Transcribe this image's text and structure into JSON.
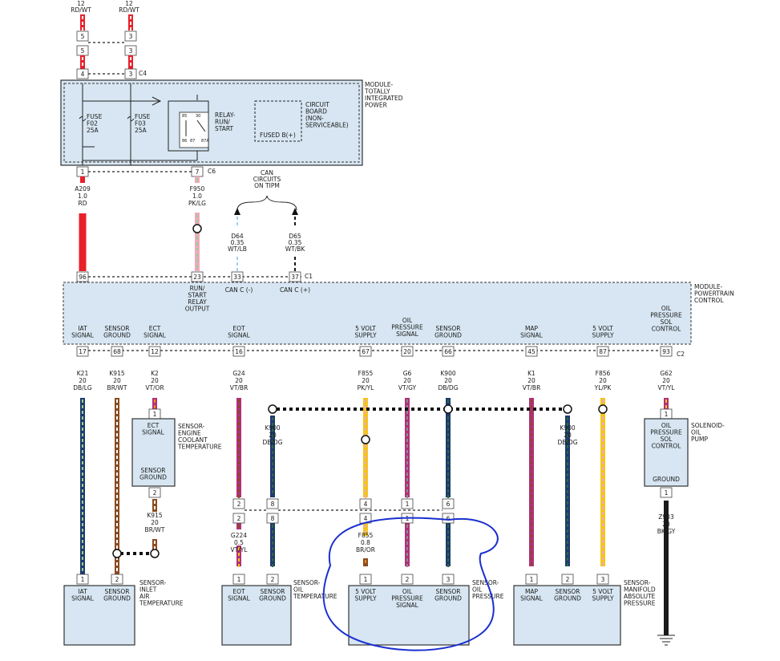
{
  "top": {
    "wire_l": [
      "12",
      "RD/WT"
    ],
    "wire_r": [
      "12",
      "RD/WT"
    ],
    "pin_l1": "5",
    "pin_r1": "3",
    "pin_l2": "5",
    "pin_r2": "3",
    "pin_l3": "4",
    "pin_r3": "3",
    "conn_c4": "C4"
  },
  "tipm": {
    "title": [
      "MODULE-",
      "TOTALLY",
      "INTEGRATED",
      "POWER"
    ],
    "fuse1": [
      "FUSE",
      "F02",
      "25A"
    ],
    "fuse2": [
      "FUSE",
      "F03",
      "25A"
    ],
    "relay": [
      "RELAY-",
      "RUN/",
      "START"
    ],
    "relay_pins": [
      "85",
      "30",
      "86",
      "87",
      "87A"
    ],
    "board": [
      "CIRCUIT",
      "BOARD",
      "(NON-",
      "SERVICEABLE)"
    ],
    "fused_b": "FUSED B(+)",
    "pin1": "1",
    "pin7": "7",
    "conn_c6": "C6"
  },
  "mid": {
    "a209": [
      "A209",
      "1.0",
      "RD"
    ],
    "f950": [
      "F950",
      "1.0",
      "PK/LG"
    ],
    "can_note": [
      "CAN",
      "CIRCUITS",
      "ON TIPM"
    ],
    "d64": [
      "D64",
      "0.35",
      "WT/LB"
    ],
    "d65": [
      "D65",
      "0.35",
      "WT/BK"
    ]
  },
  "pcm": {
    "title": [
      "MODULE-",
      "POWERTRAIN",
      "CONTROL"
    ],
    "top_pins": [
      "96",
      "23",
      "33",
      "37"
    ],
    "conn_c1": "C1",
    "run_start": [
      "RUN/",
      "START",
      "RELAY",
      "OUTPUT"
    ],
    "can_c_minus": "CAN C (-)",
    "can_c_plus": "CAN C (+)",
    "labels": [
      [
        "IAT",
        "SIGNAL"
      ],
      [
        "SENSOR",
        "GROUND"
      ],
      [
        "ECT",
        "SIGNAL"
      ],
      [
        "EOT",
        "SIGNAL"
      ],
      [
        "5 VOLT",
        "SUPPLY"
      ],
      [
        "OIL",
        "PRESSURE",
        "SIGNAL"
      ],
      [
        "SENSOR",
        "GROUND"
      ],
      [
        "MAP",
        "SIGNAL"
      ],
      [
        "5 VOLT",
        "SUPPLY"
      ],
      [
        "OIL",
        "PRESSURE",
        "SOL",
        "CONTROL"
      ]
    ],
    "bottom_pins": [
      "17",
      "68",
      "12",
      "16",
      "67",
      "20",
      "66",
      "45",
      "87",
      "93"
    ],
    "conn_c2": "C2"
  },
  "wires": {
    "k21": [
      "K21",
      "20",
      "DB/LG"
    ],
    "k915": [
      "K915",
      "20",
      "BR/WT"
    ],
    "k2": [
      "K2",
      "20",
      "VT/OR"
    ],
    "g24": [
      "G24",
      "20",
      "VT/BR"
    ],
    "f855": [
      "F855",
      "20",
      "PK/YL"
    ],
    "g6": [
      "G6",
      "20",
      "VT/GY"
    ],
    "k900": [
      "K900",
      "20",
      "DB/DG"
    ],
    "k1": [
      "K1",
      "20",
      "VT/BR"
    ],
    "f856": [
      "F856",
      "20",
      "YL/PK"
    ],
    "g62": [
      "G62",
      "20",
      "VT/YL"
    ],
    "k900_b": [
      "K900",
      "20",
      "DB/DG"
    ],
    "k900_c": [
      "K900",
      "20",
      "DB/DG"
    ],
    "k915_b": [
      "K915",
      "20",
      "BR/WT"
    ],
    "g224": [
      "G224",
      "0.5",
      "VT/YL"
    ],
    "f855_b": [
      "F855",
      "0.8",
      "BR/OR"
    ],
    "z903": [
      "Z903",
      "20",
      "BK/GY"
    ]
  },
  "inline": {
    "eot_pins": [
      "2",
      "8"
    ],
    "eot_pins_b": [
      "2",
      "8"
    ],
    "op_pins": [
      "4",
      "1",
      "6"
    ],
    "op_pins_b": [
      "4",
      "1",
      "6"
    ]
  },
  "ect": {
    "pin": "1",
    "pin2": "2",
    "sig": [
      "ECT",
      "SIGNAL"
    ],
    "gnd": [
      "SENSOR",
      "GROUND"
    ],
    "title": [
      "SENSOR-",
      "ENGINE",
      "COOLANT",
      "TEMPERATURE"
    ]
  },
  "sol": {
    "pin": "1",
    "pin2": "1",
    "ctrl": [
      "OIL",
      "PRESSURE",
      "SOL",
      "CONTROL"
    ],
    "gnd": "GROUND",
    "title": [
      "SOLENOID-",
      "OIL",
      "PUMP"
    ]
  },
  "iat": {
    "pins": [
      "1",
      "2"
    ],
    "sig": [
      "IAT",
      "SIGNAL"
    ],
    "gnd": [
      "SENSOR",
      "GROUND"
    ],
    "title": [
      "SENSOR-",
      "INLET",
      "AIR",
      "TEMPERATURE"
    ]
  },
  "eot": {
    "pins": [
      "1",
      "2"
    ],
    "sig": [
      "EOT",
      "SIGNAL"
    ],
    "gnd": [
      "SENSOR",
      "GROUND"
    ],
    "title": [
      "SENSOR-",
      "OIL",
      "TEMPERATURE"
    ]
  },
  "op": {
    "pins": [
      "1",
      "2",
      "3"
    ],
    "sup": [
      "5 VOLT",
      "SUPPLY"
    ],
    "sig": [
      "OIL",
      "PRESSURE",
      "SIGNAL"
    ],
    "gnd": [
      "SENSOR",
      "GROUND"
    ],
    "title": [
      "SENSOR-",
      "OIL",
      "PRESSURE"
    ]
  },
  "map": {
    "pins": [
      "1",
      "2",
      "3"
    ],
    "sig": [
      "MAP",
      "SIGNAL"
    ],
    "gnd": [
      "SENSOR",
      "GROUND"
    ],
    "sup": [
      "5 VOLT",
      "SUPPLY"
    ],
    "title": [
      "SENSOR-",
      "MANIFOLD",
      "ABSOLUTE",
      "PRESSURE"
    ]
  },
  "colors": {
    "rd": "#e8202a",
    "wt": "#ffffff",
    "pk": "#f0a8c0",
    "lg": "#9ccf8a",
    "lb": "#9fd2ee",
    "bk": "#1a1a1a",
    "db": "#1e3a6e",
    "br": "#8a4b20",
    "vt": "#b0307a",
    "or": "#f08a1c",
    "yl": "#f5c518",
    "gy": "#8c8c8c",
    "dg": "#2e6a3a",
    "highlight": "#1a2fd0"
  }
}
